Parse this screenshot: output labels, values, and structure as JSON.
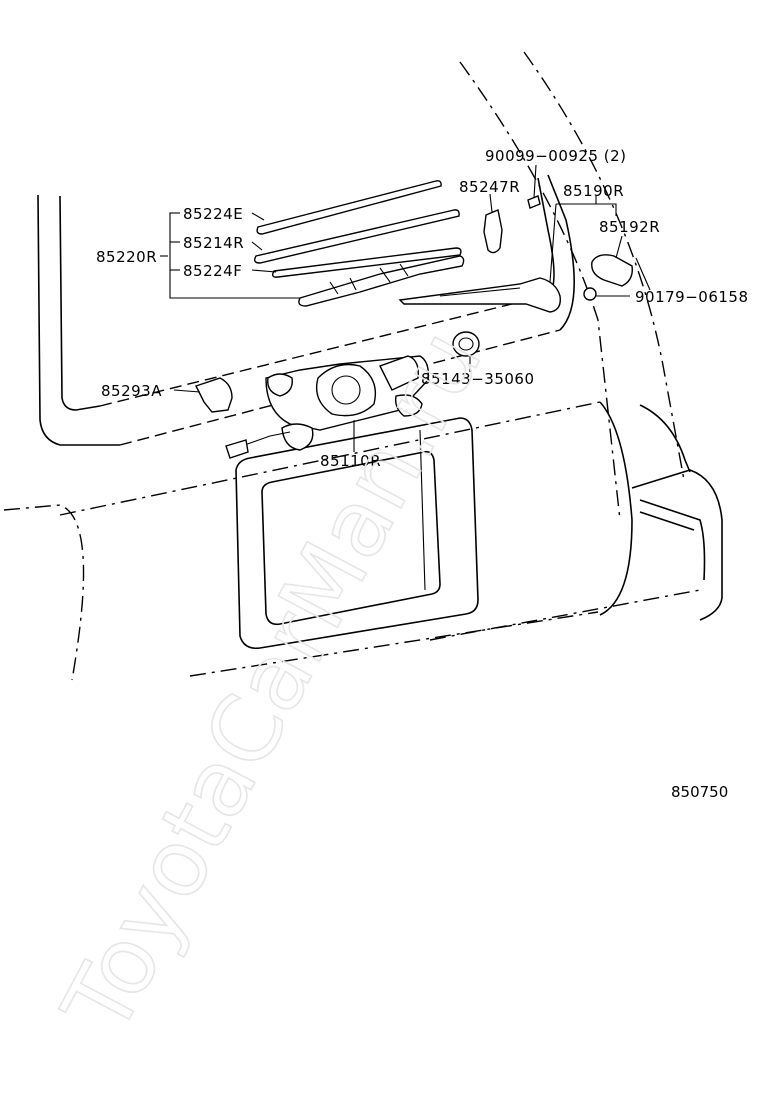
{
  "parts": {
    "p_90099_00925": "90099−00925 (2)",
    "p_85247R": "85247R",
    "p_85190R": "85190R",
    "p_85224E": "85224E",
    "p_85214R": "85214R",
    "p_85220R": "85220R",
    "p_85224F": "85224F",
    "p_85192R": "85192R",
    "p_90179_06158": "90179−06158",
    "p_85143_35060": "85143−35060",
    "p_85293A": "85293A",
    "p_85110R": "85110R"
  },
  "diagram_ref": "850750",
  "watermark": "ToyotaCarMan.ru"
}
